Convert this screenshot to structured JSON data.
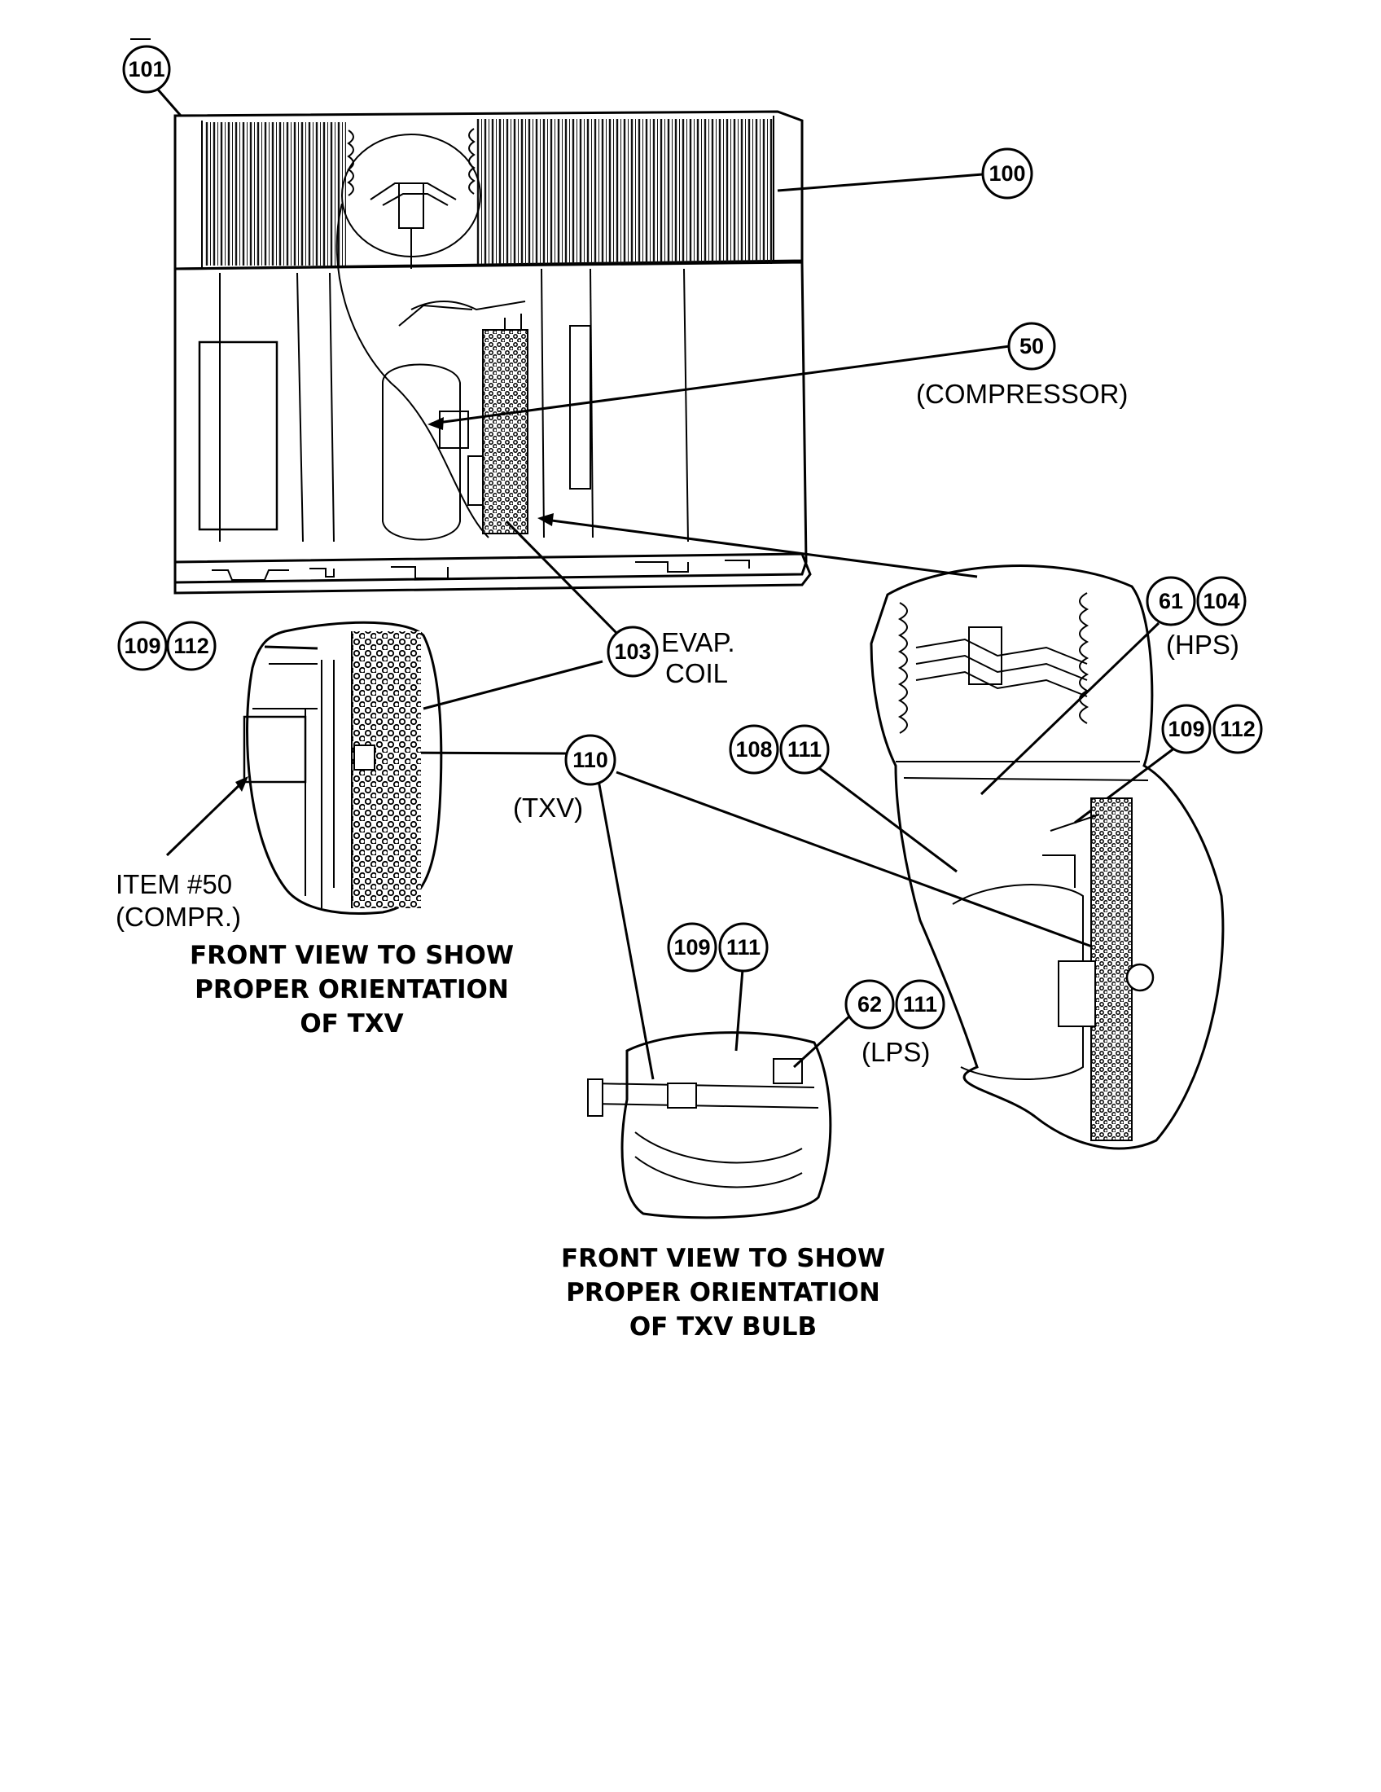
{
  "callouts": {
    "c101": "101",
    "c100": "100",
    "c50": "50",
    "c103": "103",
    "c109a": "109",
    "c112a": "112",
    "c110": "110",
    "c61": "61",
    "c104": "104",
    "c108": "108",
    "c111a": "111",
    "c109b": "109",
    "c112b": "112",
    "c109c": "109",
    "c111b": "111",
    "c62": "62",
    "c111c": "111"
  },
  "labels": {
    "compressor": "(COMPRESSOR)",
    "evap_line1": "EVAP.",
    "evap_line2": "COIL",
    "txv": "(TXV)",
    "hps": "(HPS)",
    "lps": "(LPS)",
    "item50_line1": "ITEM #50",
    "item50_line2": "(COMPR.)"
  },
  "captions": {
    "txv_line1": "FRONT VIEW TO SHOW",
    "txv_line2": "PROPER ORIENTATION",
    "txv_line3": "OF TXV",
    "bulb_line1": "FRONT VIEW TO SHOW",
    "bulb_line2": "PROPER ORIENTATION",
    "bulb_line3": "OF TXV BULB"
  }
}
